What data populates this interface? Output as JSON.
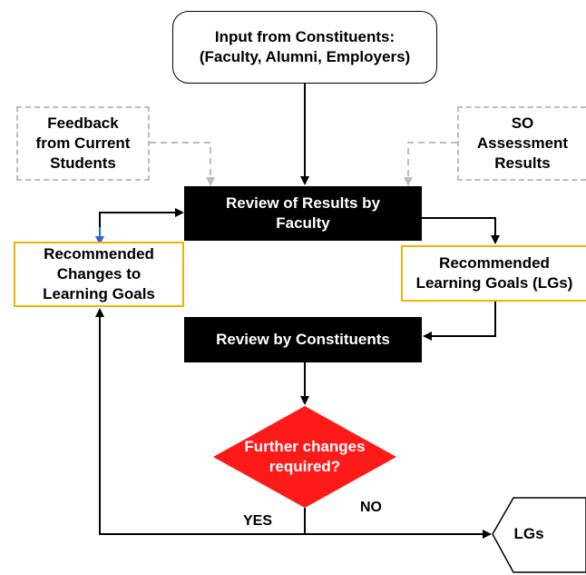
{
  "nodes": {
    "input": [
      "Input from Constituents:",
      "(Faculty, Alumni, Employers)"
    ],
    "feedback": [
      "Feedback",
      "from Current",
      "Students"
    ],
    "assessment": [
      "SO",
      "Assessment",
      "Results"
    ],
    "review_faculty": [
      "Review of Results by",
      "Faculty"
    ],
    "changes": [
      "Recommended",
      "Changes to",
      "Learning Goals"
    ],
    "recommended": [
      "Recommended",
      "Learning Goals (LGs)"
    ],
    "review_constituents": [
      "Review by Constituents"
    ],
    "decision": [
      "Further changes",
      "required?"
    ],
    "final": [
      "LGs"
    ]
  },
  "edge_labels": {
    "yes": "YES",
    "no": "NO"
  },
  "colors": {
    "decision_fill": "#ff1a1a",
    "orange_border": "#f0b400",
    "dashed_border": "#bdbdbd",
    "blue_arrow": "#3366cc",
    "black": "#000000"
  }
}
